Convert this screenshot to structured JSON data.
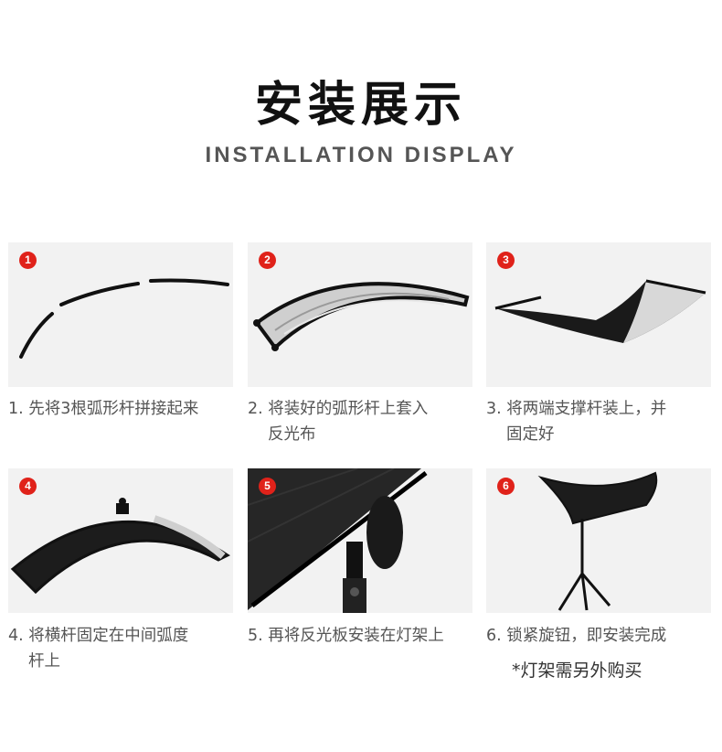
{
  "header": {
    "title": "安装展示",
    "subtitle": "INSTALLATION DISPLAY"
  },
  "steps": [
    {
      "badge": "1",
      "line1": "1. 先将3根弧形杆拼接起来",
      "line2": ""
    },
    {
      "badge": "2",
      "line1": "2. 将装好的弧形杆上套入",
      "line2": "反光布"
    },
    {
      "badge": "3",
      "line1": "3. 将两端支撑杆装上，并",
      "line2": "固定好"
    },
    {
      "badge": "4",
      "line1": "4. 将横杆固定在中间弧度",
      "line2": "杆上"
    },
    {
      "badge": "5",
      "line1": "5. 再将反光板安装在灯架上",
      "line2": ""
    },
    {
      "badge": "6",
      "line1": "6. 锁紧旋钮，即安装完成",
      "line2": ""
    }
  ],
  "note": "*灯架需另外购买",
  "colors": {
    "badge": "#e0221a",
    "card_bg": "#f2f2f2"
  }
}
